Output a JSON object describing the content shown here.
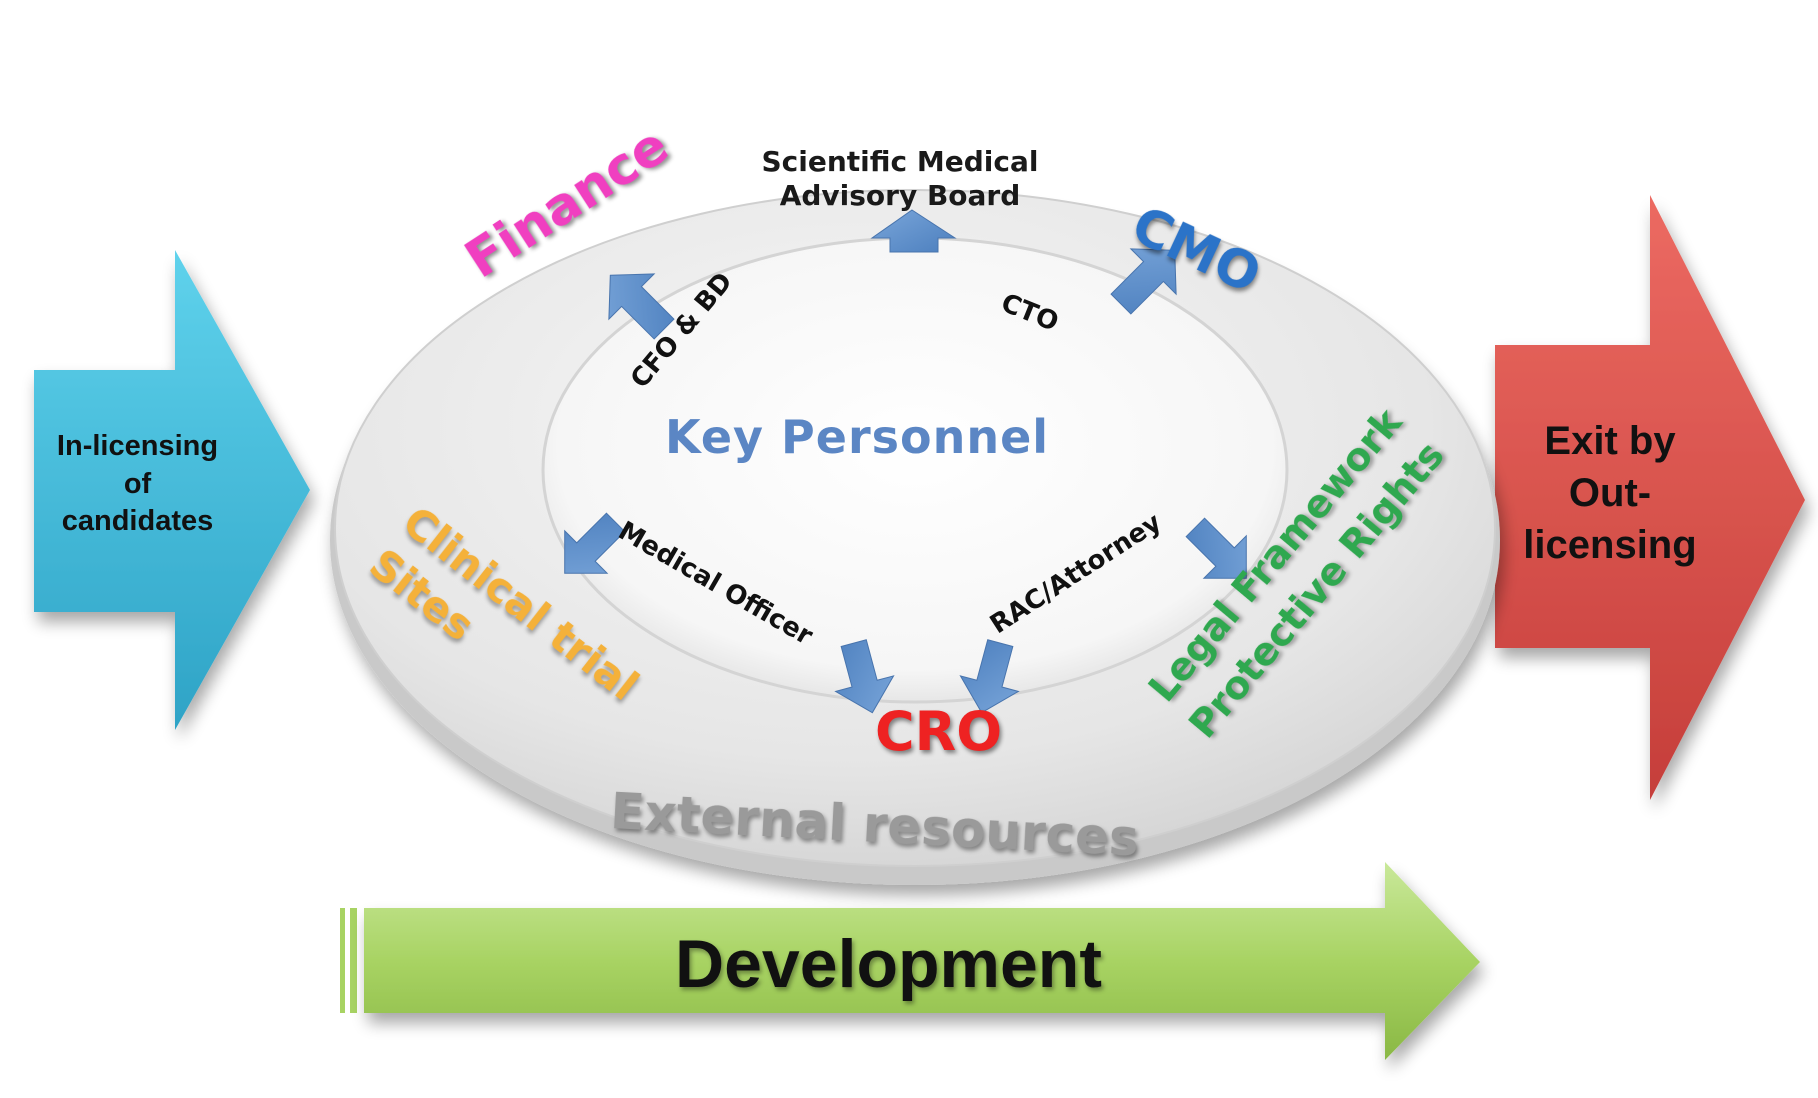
{
  "diagram": {
    "center_label": "Key Personnel",
    "outer_ring_label": "External resources",
    "inner_roles": {
      "cfo_bd": "CFO & BD",
      "cto": "CTO",
      "medical_officer": "Medical Officer",
      "rac_attorney": "RAC/Attorney"
    },
    "external_resources": {
      "board_line1": "Scientific Medical",
      "board_line2": "Advisory Board",
      "finance": "Finance",
      "cmo": "CMO",
      "cro": "CRO",
      "clinical_line1": "Clinical trial",
      "clinical_line2": "Sites",
      "legal_line1": "Legal Framework",
      "legal_line2": "Protective Rights"
    },
    "inlicensing": {
      "line1": "In-licensing",
      "line2": "of",
      "line3": "candidates"
    },
    "exit": {
      "line1": "Exit by",
      "line2": "Out-",
      "line3": "licensing"
    },
    "development": "Development"
  },
  "colors": {
    "finance": "#f03fc0",
    "cmo": "#2b73c8",
    "cro": "#ee2222",
    "clinical": "#f4b13a",
    "legal": "#2fa84f",
    "key_personnel": "#5b86c4",
    "external": "#9a9a9a",
    "inlicensing_arrow": "#3ab8d8",
    "exit_arrow": "#d9534f",
    "development_arrow": "#9cc94f",
    "small_arrow": "#5a8cc8"
  }
}
